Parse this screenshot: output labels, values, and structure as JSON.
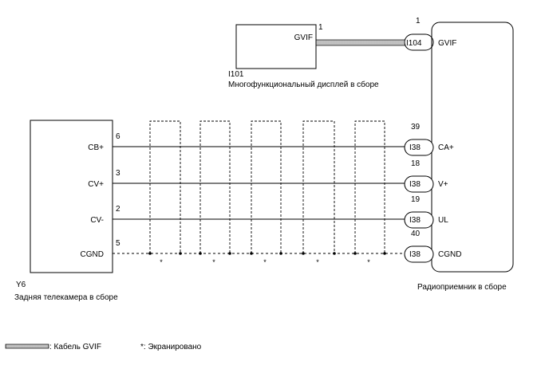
{
  "display": {
    "pin_label": "GVIF",
    "pin_number": "1",
    "connector_id": "I101",
    "name": "Многофункциональный дисплей в сборе"
  },
  "gvif_link": {
    "connector": "I104",
    "pin_number": "1",
    "radio_pin_label": "GVIF"
  },
  "camera": {
    "connector_id": "Y6",
    "name": "Задняя телекамера в сборе"
  },
  "radio": {
    "name": "Радиоприемник в сборе"
  },
  "wires": [
    {
      "camera_pin": "CB+",
      "camera_pin_number": "6",
      "radio_pin_number": "39",
      "connector": "I38",
      "radio_pin": "CA+",
      "shielded_ground": false
    },
    {
      "camera_pin": "CV+",
      "camera_pin_number": "3",
      "radio_pin_number": "18",
      "connector": "I38",
      "radio_pin": "V+",
      "shielded_ground": false
    },
    {
      "camera_pin": "CV-",
      "camera_pin_number": "2",
      "radio_pin_number": "19",
      "connector": "I38",
      "radio_pin": "UL",
      "shielded_ground": false
    },
    {
      "camera_pin": "CGND",
      "camera_pin_number": "5",
      "radio_pin_number": "40",
      "connector": "I38",
      "radio_pin": "CGND",
      "shielded_ground": true
    }
  ],
  "shield_marks": [
    "*",
    "*",
    "*",
    "*",
    "*"
  ],
  "legend": {
    "cable_label": ": Кабель GVIF",
    "shield_label": "*: Экранировано"
  }
}
